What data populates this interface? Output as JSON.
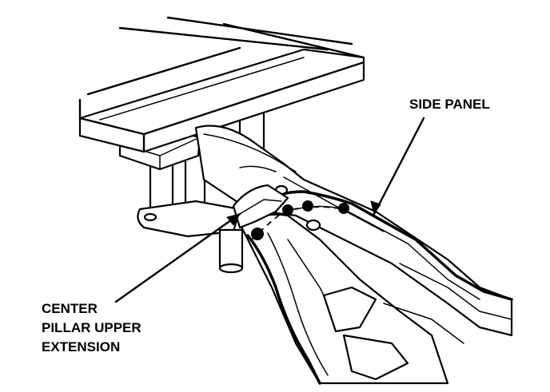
{
  "labels": {
    "side_panel": "SIDE PANEL",
    "center_pillar_line1": "CENTER",
    "center_pillar_line2": "PILLAR UPPER",
    "center_pillar_line3": "EXTENSION"
  },
  "colors": {
    "ink": "#000000",
    "paper": "#ffffff"
  }
}
